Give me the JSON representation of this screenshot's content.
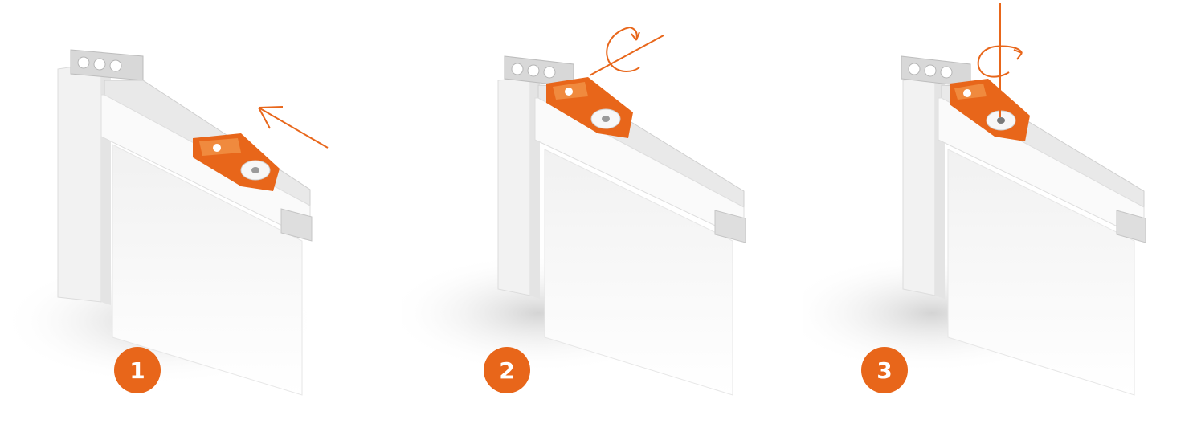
{
  "colors": {
    "accent": "#e8661a",
    "profile": "#f4f4f4",
    "shadow": "#d9d9d9"
  },
  "steps": [
    {
      "number": "1",
      "arrow": "slide-arrow-icon"
    },
    {
      "number": "2",
      "arrow": "rotate-arrow-icon"
    },
    {
      "number": "3",
      "arrow": "rotate-axis-arrow-icon"
    }
  ]
}
